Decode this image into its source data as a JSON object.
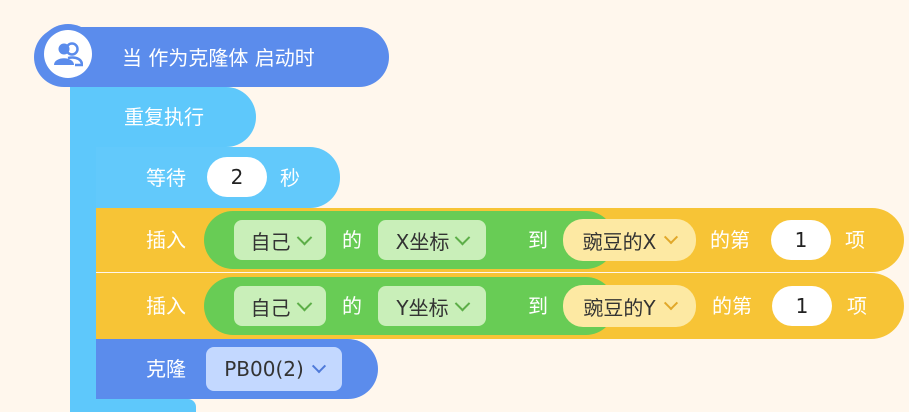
{
  "hat": {
    "label": "当 作为克隆体 启动时",
    "icon": "clone-user-icon"
  },
  "repeat": {
    "label": "重复执行"
  },
  "wait": {
    "prefix": "等待",
    "value": "2",
    "suffix": "秒"
  },
  "insert_x": {
    "prefix": "插入",
    "target": "自己",
    "of": "的",
    "attribute": "X坐标",
    "to": "到",
    "list": "豌豆的X",
    "nth": "的第",
    "index": "1",
    "item": "项"
  },
  "insert_y": {
    "prefix": "插入",
    "target": "自己",
    "of": "的",
    "attribute": "Y坐标",
    "to": "到",
    "list": "豌豆的Y",
    "nth": "的第",
    "index": "1",
    "item": "项"
  },
  "clone": {
    "prefix": "克隆",
    "target": "PB00(2)"
  },
  "colors": {
    "background": "#fff7ed",
    "events": "#5b8cec",
    "control": "#5ec8fb",
    "data": "#f7c436",
    "sensing": "#68cc55"
  }
}
